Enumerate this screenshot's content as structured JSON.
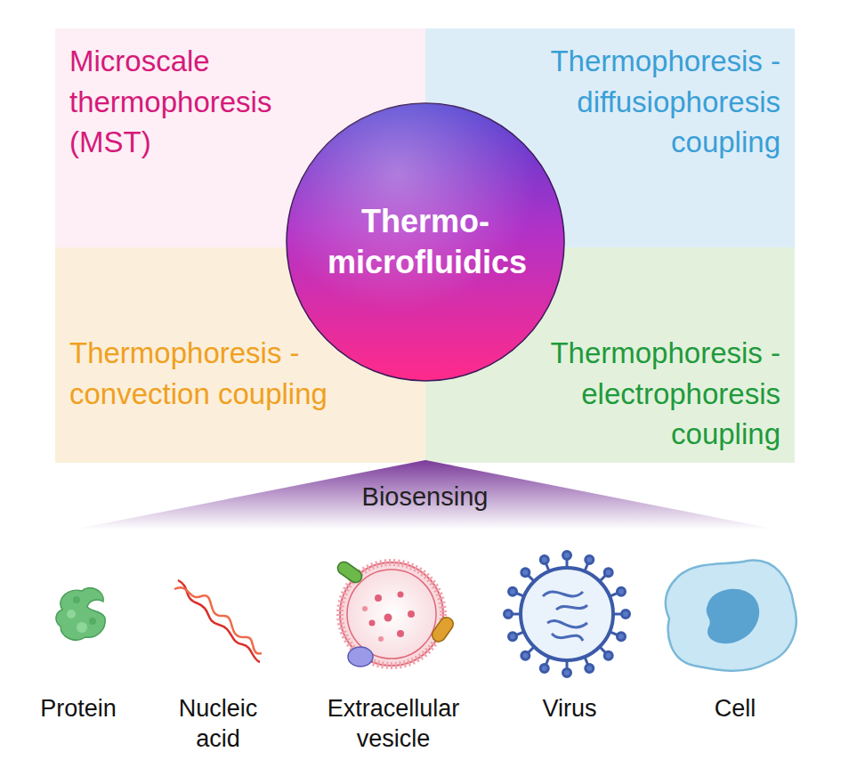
{
  "diagram": {
    "nodes": [
      {
        "text": [
          "Microscale thermophoresis (MST)"
        ]
      },
      {
        "text": [
          "Thermophoresis -diffusiophoresis coupling"
        ]
      },
      {
        "text": [
          "Thermophoresis -convection coupling"
        ]
      },
      {
        "text": [
          "Thermophoresis -electrophoresis coupling"
        ]
      },
      {
        "text": [
          "Thermo- microfluidics"
        ]
      },
      {
        "text": [
          "Biosensing"
        ]
      }
    ],
    "labels": [
      "Protein",
      "Nucleic acid",
      "Extracellular vesicle",
      "Virus",
      "Cell"
    ]
  }
}
